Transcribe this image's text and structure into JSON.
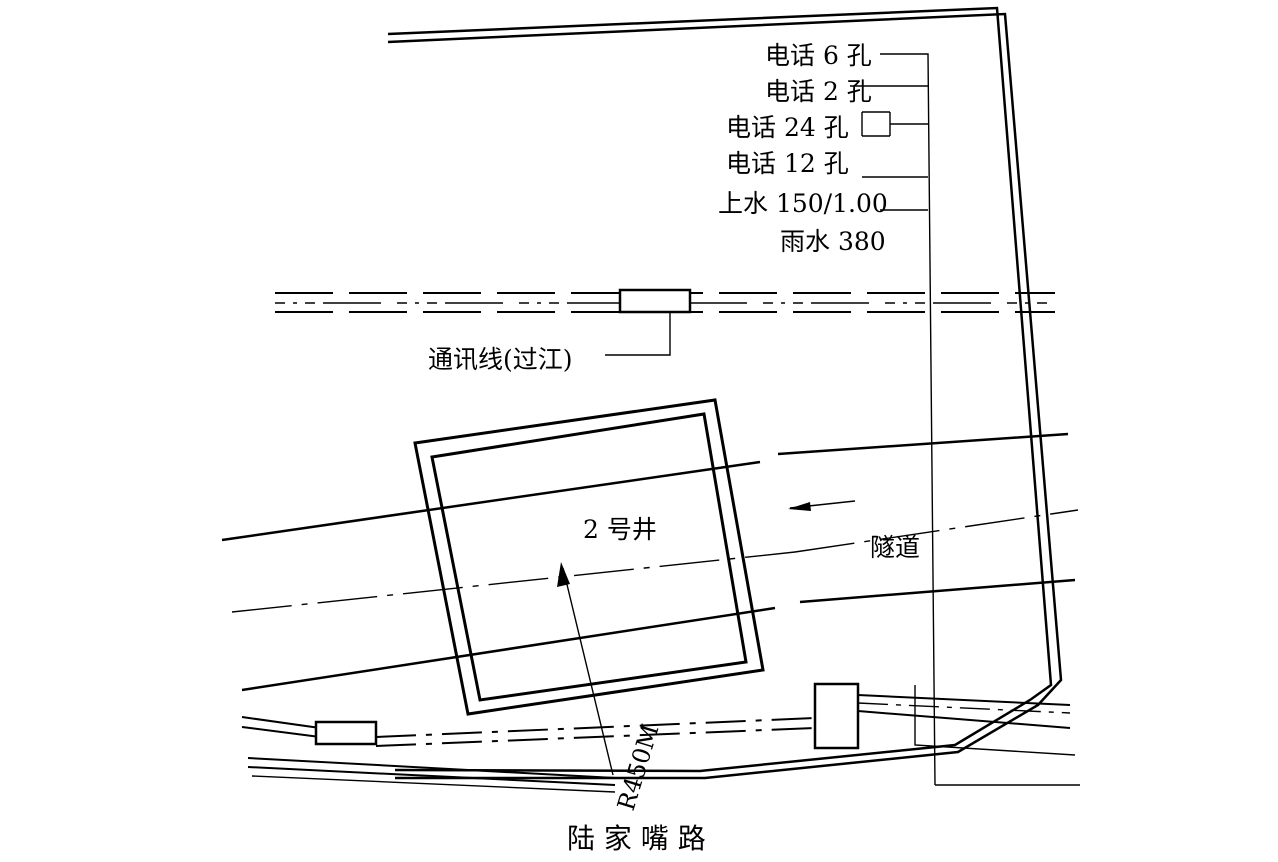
{
  "labels": {
    "pipe_phone_6": "电话 6 孔",
    "pipe_phone_2": "电话 2 孔",
    "pipe_phone_24": "电话 24 孔",
    "pipe_phone_12": "电话 12 孔",
    "pipe_water_supply": "上水 150/1.00",
    "pipe_rain_water": "雨水 380",
    "comm_line": "通讯线(过江)",
    "shaft": "2 号井",
    "tunnel": "隧道",
    "radius": "R450M",
    "road": "陆 家 嘴 路"
  },
  "colors": {
    "ink": "#000000",
    "background": "#ffffff"
  }
}
